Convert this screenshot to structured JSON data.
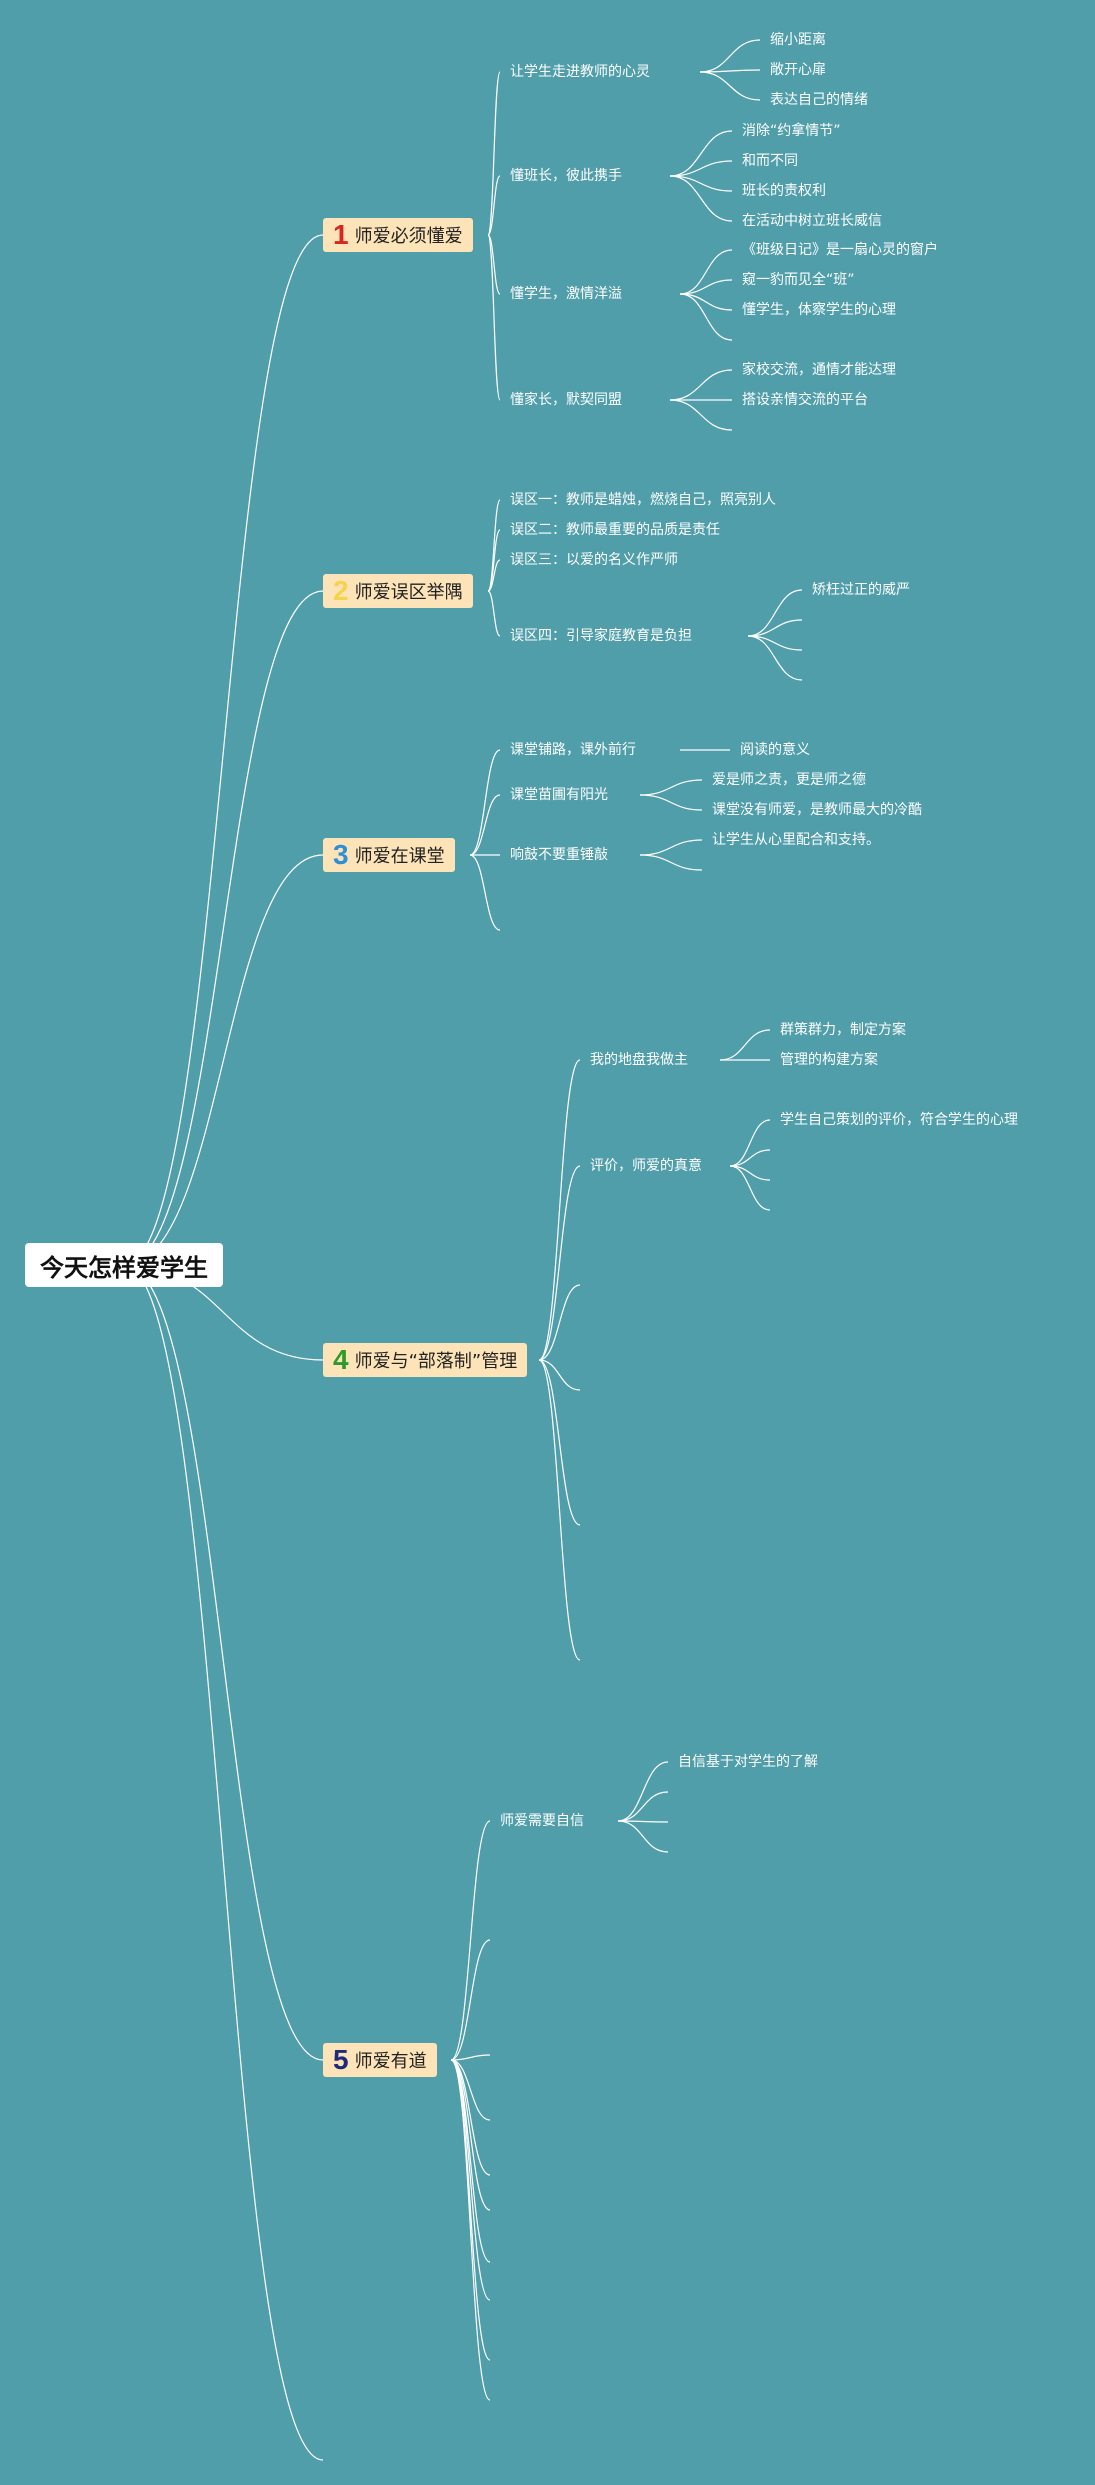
{
  "root": "今天怎样爱学生",
  "colors": {
    "background": "#519eab",
    "line": "#ffffff",
    "branch_bg": "#fce4b8",
    "root_bg": "#ffffff"
  },
  "branches": [
    {
      "num": "1",
      "label": "师爱必须懂爱",
      "num_color": "#d7261e",
      "subs": [
        {
          "label": "让学生走进教师的心灵",
          "leaves": [
            "缩小距离",
            "敞开心扉",
            "表达自己的情绪"
          ]
        },
        {
          "label": "懂班长，彼此携手",
          "leaves": [
            "消除“约拿情节”",
            "和而不同",
            "班长的责权利",
            "在活动中树立班长威信"
          ]
        },
        {
          "label": "懂学生，激情洋溢",
          "leaves": [
            "《班级日记》是一扇心灵的窗户",
            "窥一豹而见全“班”",
            "懂学生，体察学生的心理",
            ""
          ]
        },
        {
          "label": "懂家长，默契同盟",
          "leaves": [
            "家校交流，通情才能达理",
            "搭设亲情交流的平台",
            ""
          ]
        }
      ]
    },
    {
      "num": "2",
      "label": "师爱误区举隅",
      "num_color": "#f7d24a",
      "subs": [
        {
          "label": "误区一：教师是蜡烛，燃烧自己，照亮别人",
          "leaves": []
        },
        {
          "label": "误区二：教师最重要的品质是责任",
          "leaves": []
        },
        {
          "label": "误区三：以爱的名义作严师",
          "leaves": []
        },
        {
          "label": "误区四：引导家庭教育是负担",
          "leaves": [
            "矫枉过正的威严",
            "",
            "",
            ""
          ]
        }
      ]
    },
    {
      "num": "3",
      "label": "师爱在课堂",
      "num_color": "#2e8fd6",
      "subs": [
        {
          "label": "课堂铺路，课外前行",
          "leaves": [
            "阅读的意义"
          ]
        },
        {
          "label": "课堂苗圃有阳光",
          "leaves": [
            "爱是师之责，更是师之德",
            "课堂没有师爱，是教师最大的冷酷"
          ]
        },
        {
          "label": "响鼓不要重锤敲",
          "leaves": [
            "让学生从心里配合和支持。",
            ""
          ]
        },
        {
          "label": "",
          "leaves": []
        }
      ]
    },
    {
      "num": "4",
      "label": "师爱与“部落制”管理",
      "num_color": "#2e9a2a",
      "subs": [
        {
          "label": "我的地盘我做主",
          "leaves": [
            "群策群力，制定方案",
            "管理的构建方案"
          ]
        },
        {
          "label": "评价，师爱的真意",
          "leaves": [
            "学生自己策划的评价，符合学生的心理",
            "",
            "",
            ""
          ]
        },
        {
          "label": "",
          "leaves": []
        },
        {
          "label": "",
          "leaves": []
        },
        {
          "label": "",
          "leaves": []
        },
        {
          "label": "",
          "leaves": []
        }
      ]
    },
    {
      "num": "5",
      "label": "师爱有道",
      "num_color": "#1f2a7a",
      "subs": [
        {
          "label": "师爱需要自信",
          "leaves": [
            "自信基于对学生的了解",
            "",
            "",
            ""
          ]
        },
        {
          "label": "",
          "leaves": []
        },
        {
          "label": "",
          "leaves": []
        },
        {
          "label": "",
          "leaves": []
        },
        {
          "label": "",
          "leaves": []
        },
        {
          "label": "",
          "leaves": []
        },
        {
          "label": "",
          "leaves": []
        },
        {
          "label": "",
          "leaves": []
        },
        {
          "label": "",
          "leaves": []
        },
        {
          "label": "",
          "leaves": []
        }
      ]
    }
  ]
}
